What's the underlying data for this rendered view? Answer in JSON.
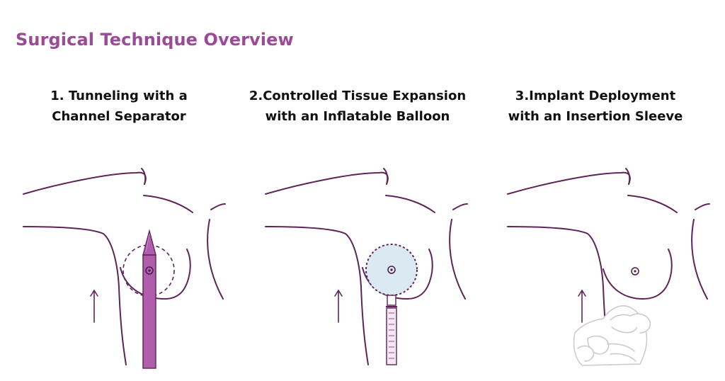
{
  "header": {
    "title": "Surgical Technique Overview"
  },
  "steps": [
    {
      "line1": "1. Tunneling with a",
      "line2": "Channel Separator"
    },
    {
      "line1": "2.Controlled Tissue Expansion",
      "line2": "with an Inflatable Balloon"
    },
    {
      "line1": "3.Implant Deployment",
      "line2": "with an Insertion Sleeve"
    }
  ],
  "colors": {
    "title": "#9b4a98",
    "line": "#5e2458",
    "separator": "#b05eac",
    "balloon": "#dbe9f2"
  },
  "icons": [
    "upward-arrow-icon",
    "channel-separator-icon",
    "inflatable-balloon-icon",
    "insertion-sleeve-hand-icon",
    "nipple-icon"
  ]
}
